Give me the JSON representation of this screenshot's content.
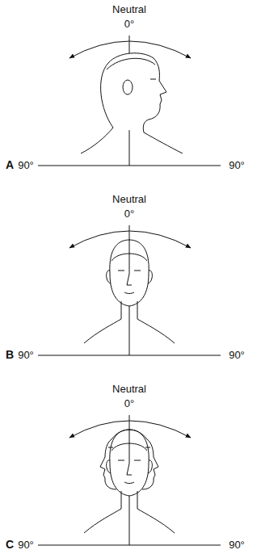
{
  "diagram": {
    "labels": [
      "Neutral",
      "0°",
      "A",
      "90°",
      "90°",
      "Neutral",
      "0°",
      "B",
      "90°",
      "90°",
      "Neutral",
      "0°",
      "C",
      "90°",
      "90°"
    ]
  }
}
